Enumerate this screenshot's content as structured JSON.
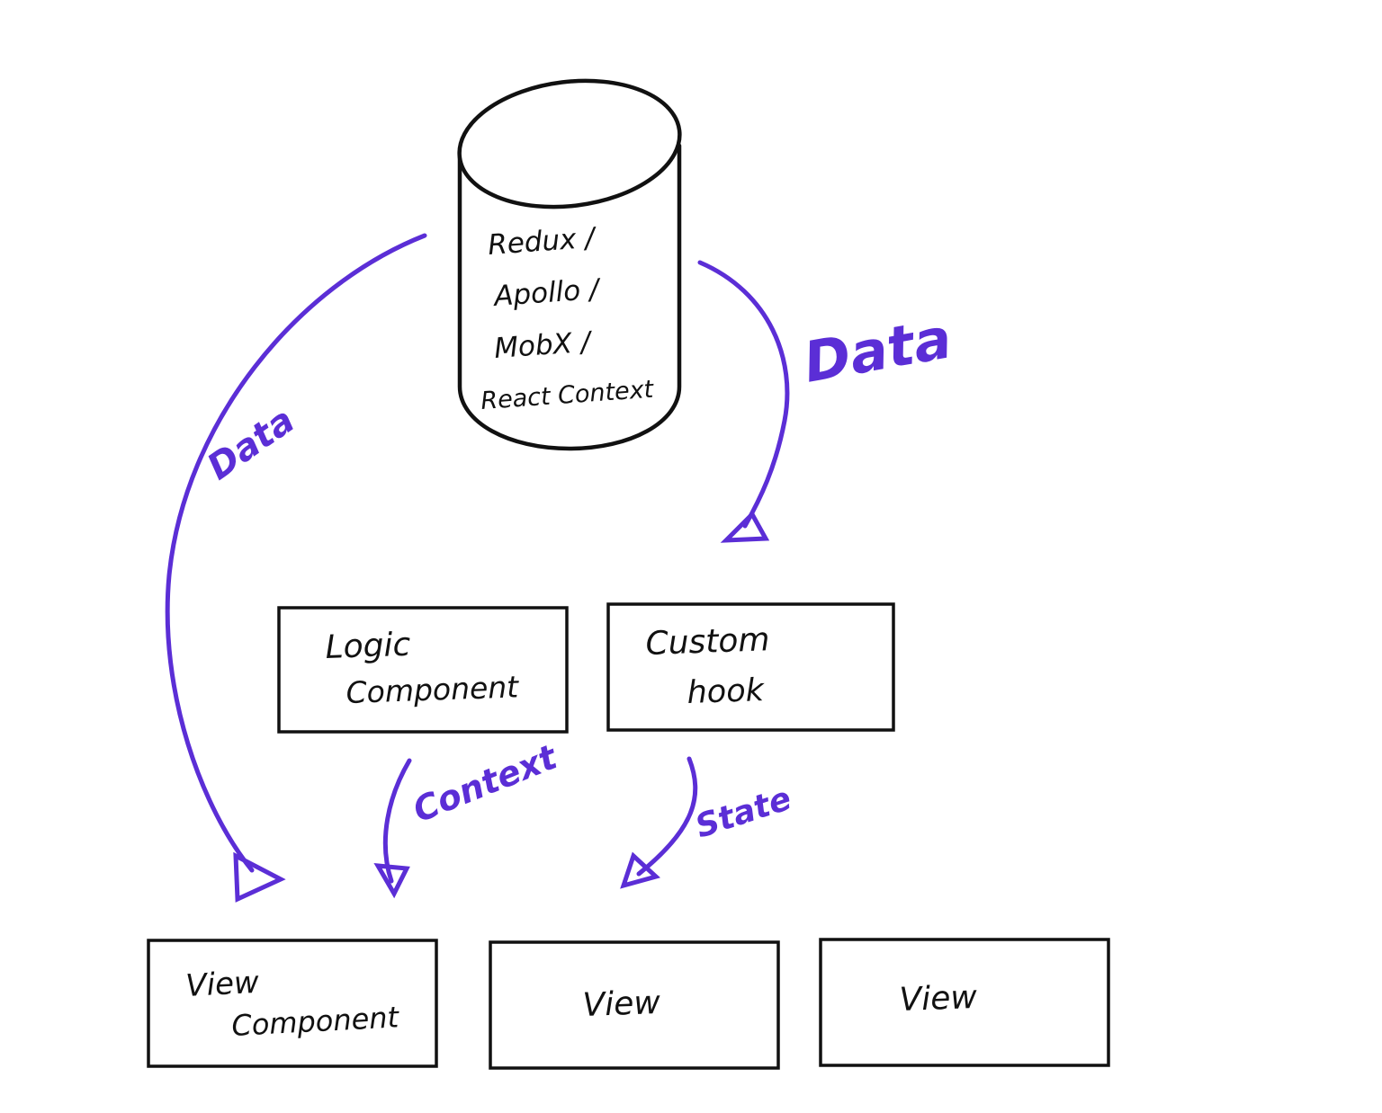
{
  "diagram": {
    "background": "#ffffff",
    "ink_color": "#111111",
    "accent_color": "#5b2ed6",
    "store": {
      "lines": [
        "Redux /",
        "Apollo /",
        "MobX /",
        "React Context"
      ]
    },
    "nodes": {
      "logic_component": {
        "line1": "Logic",
        "line2": "Component"
      },
      "custom_hook": {
        "line1": "Custom",
        "line2": "hook"
      },
      "view_component": {
        "line1": "View",
        "line2": "Component"
      },
      "view_2": {
        "label": "View"
      },
      "view_3": {
        "label": "View"
      }
    },
    "edges": {
      "data_left": "Data",
      "data_right": "Data",
      "context": "Context",
      "state": "State"
    }
  }
}
